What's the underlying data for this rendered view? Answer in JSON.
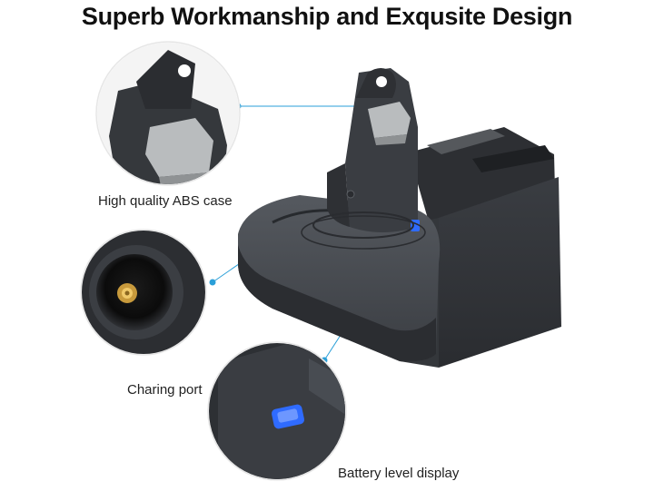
{
  "title": "Superb Workmanship and Exqusite Design",
  "callouts": [
    {
      "label": "High quality ABS case",
      "icon": "latch-closeup-icon"
    },
    {
      "label": "Charing port",
      "icon": "charging-port-closeup-icon"
    },
    {
      "label": "Battery level display",
      "icon": "battery-indicator-closeup-icon"
    }
  ],
  "colors": {
    "accent": "#2a9fd8",
    "indicator": "#2f6bff",
    "body_dark": "#3a3d42",
    "latch_gray": "#b9bcbe"
  }
}
